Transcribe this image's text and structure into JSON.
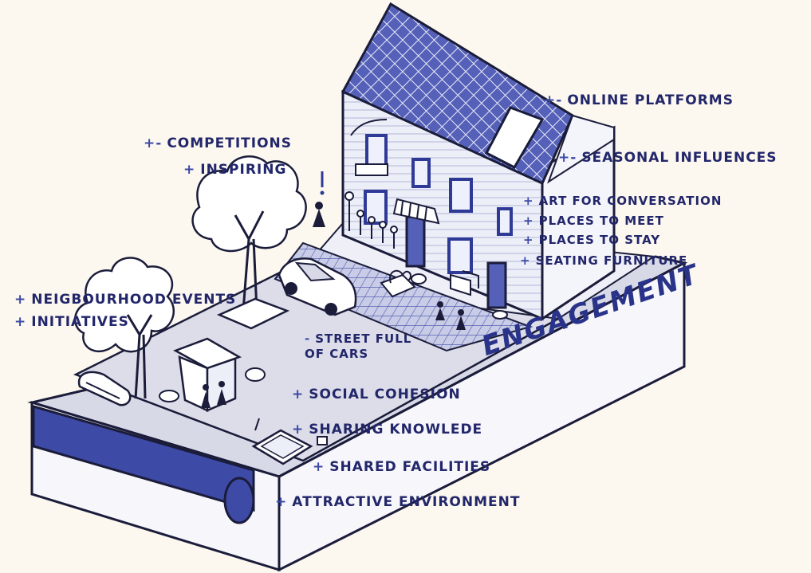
{
  "title": "ENGAGEMENT",
  "labels": {
    "online_platforms": "ONLINE PLATFORMS",
    "seasonal_influences": "SEASONAL INFLUENCES",
    "art_for_conversation": "ART FOR CONVERSATION",
    "places_to_meet": "PLACES TO MEET",
    "places_to_stay": "PLACES TO STAY",
    "seating_furniture": "SEATING FURNITURE",
    "competitions": "COMPETITIONS",
    "inspiring": "INSPIRING",
    "neighbourhood_events": "NEIGBOURHOOD EVENTS",
    "initiatives": "INITIATIVES",
    "street_full_of_cars": "STREET FULL OF CARS",
    "social_cohesion": "SOCIAL COHESION",
    "sharing_knowledge": "SHARING KNOWLEDE",
    "shared_facilities": "SHARED FACILITIES",
    "attractive_environment": "ATTRACTIVE ENVIRONMENT"
  },
  "signs": {
    "plus_minus": "+-",
    "plus": "+",
    "minus": "-"
  },
  "colors": {
    "background": "#fcf8ef",
    "accent": "#3d4aa6",
    "ink": "#22266a",
    "ground": "#dcdde8"
  }
}
